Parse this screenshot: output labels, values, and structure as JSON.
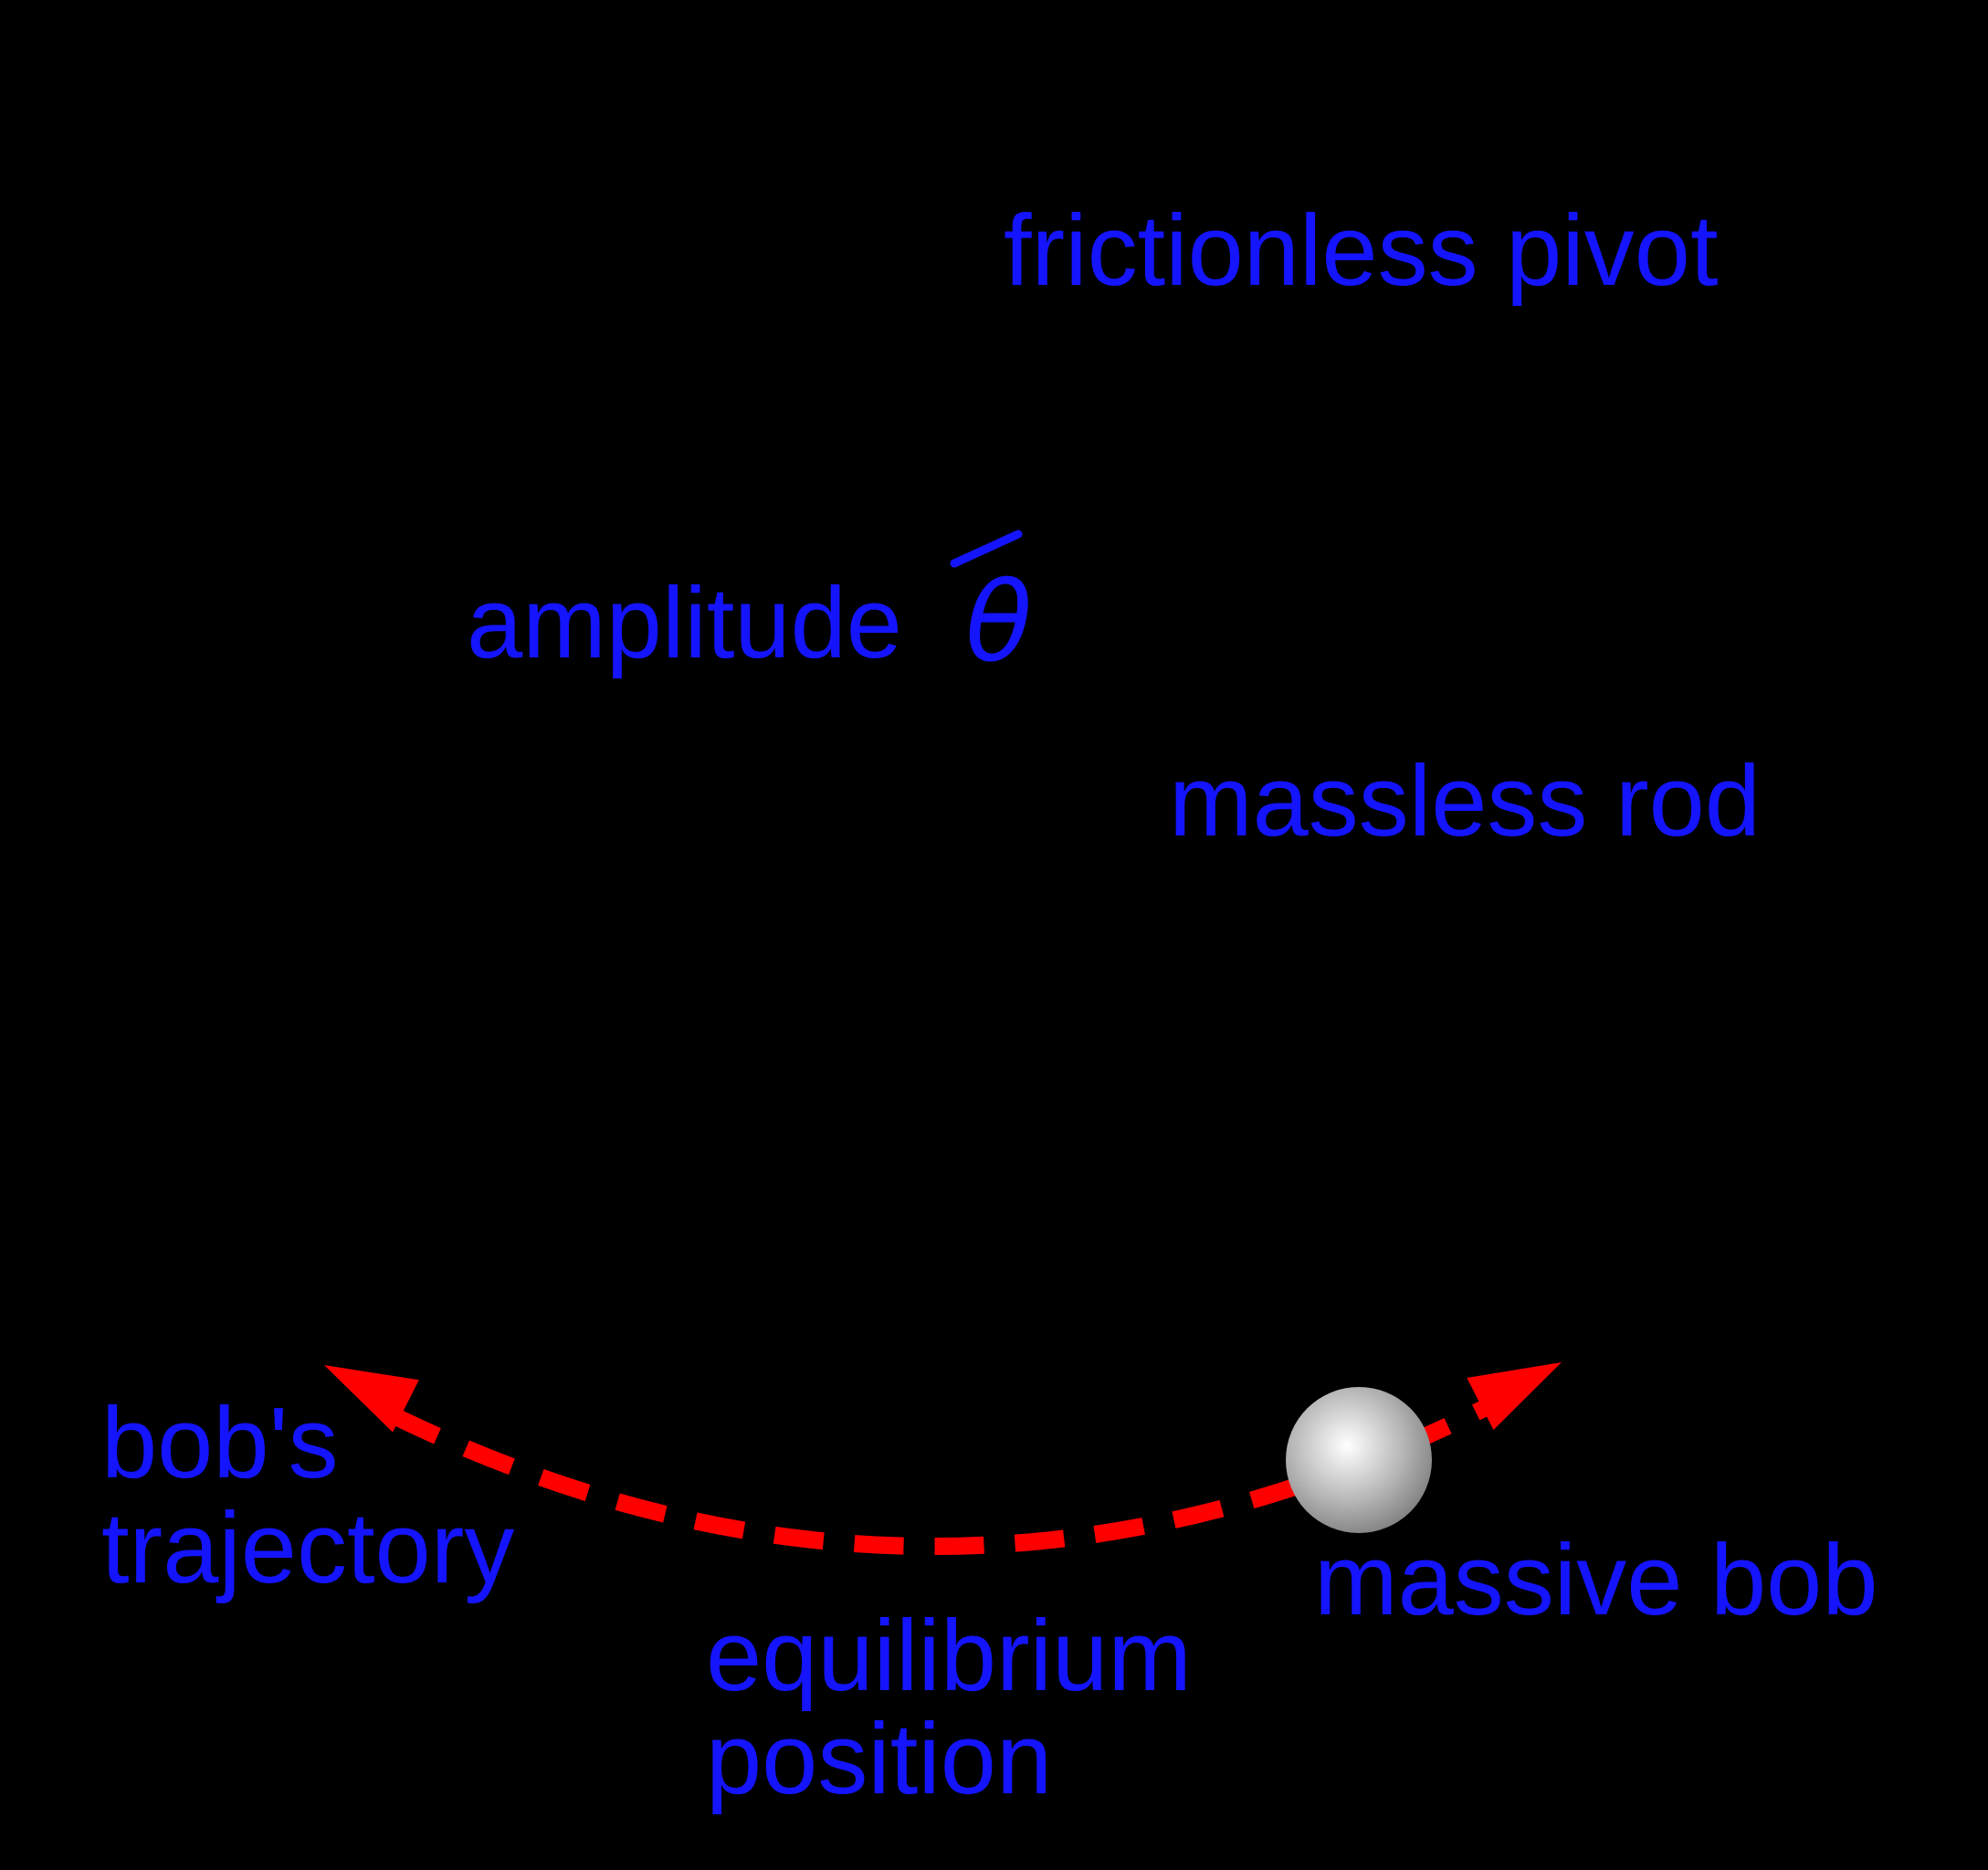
{
  "diagram": {
    "type": "pendulum-physics-diagram",
    "labels": {
      "pivot": "frictionless pivot",
      "amplitude": "amplitude",
      "amplitude_symbol": "θ",
      "rod": "massless rod",
      "trajectory_line1": "bob's",
      "trajectory_line2": "trajectory",
      "bob": "massive bob",
      "equilibrium_line1": "equilibrium",
      "equilibrium_line2": "position"
    },
    "colors": {
      "background": "#000000",
      "label_text": "#1414ff",
      "trajectory_red": "#ff0000",
      "bob_highlight": "#ffffff",
      "bob_mid": "#b8b8b8",
      "bob_edge": "#787878"
    }
  }
}
